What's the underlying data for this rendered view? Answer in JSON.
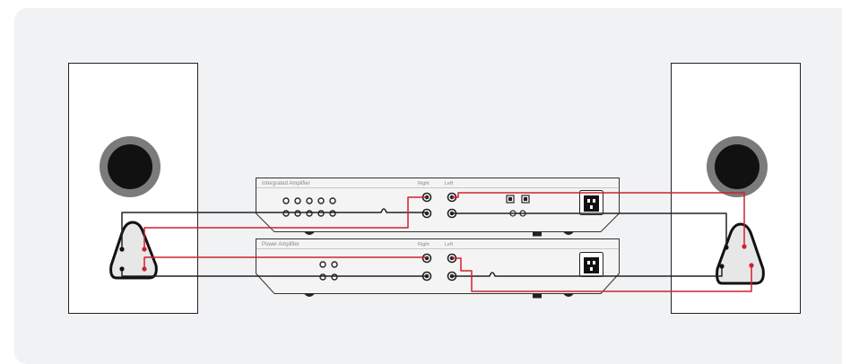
{
  "colors": {
    "background": "#f1f2f4",
    "speaker_cabinet": "#ffffff",
    "outline": "#222222",
    "positive_cable": "#d0202e",
    "negative_cable": "#222222",
    "driver_ring": "#7b7b7b",
    "driver_center": "#111111",
    "amplifier_body": "#f4f4f4",
    "terminal_plate": "#e2e2e2"
  },
  "amplifiers": {
    "integrated": {
      "label": "Intergrated Amplifier",
      "right_label": "Right",
      "left_label": "Left"
    },
    "power": {
      "label": "Power Amplifier",
      "right_label": "Right",
      "left_label": "Left"
    }
  },
  "icons": [
    "speaker-driver-icon",
    "speaker-terminal-icon",
    "rca-jack-icon",
    "power-inlet-icon",
    "optical-port-icon"
  ]
}
